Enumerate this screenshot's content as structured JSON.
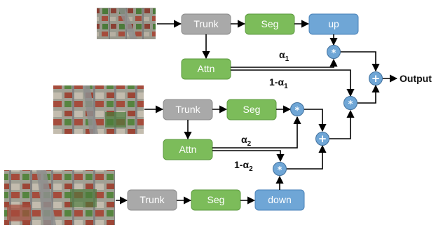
{
  "blocks": {
    "trunk": "Trunk",
    "seg": "Seg",
    "attn": "Attn",
    "up": "up",
    "down": "down"
  },
  "weights": {
    "alpha": "α",
    "one_minus_alpha": "1-α",
    "sub1": "1",
    "sub2": "2"
  },
  "operators": {
    "multiply": "*",
    "add": "+"
  },
  "output_label": "Output",
  "colors": {
    "trunk": "#a9a9a9",
    "seg": "#7cbc5a",
    "attn": "#7cbc5a",
    "up": "#6fa6d6",
    "down": "#6fa6d6",
    "node": "#6fa6d6",
    "photo_roof": "#a54c3c",
    "photo_tree": "#4b7a3a",
    "photo_road": "#8e8e8e"
  },
  "images": [
    "aerial-photo-small-scale",
    "aerial-photo-medium-scale",
    "aerial-photo-large-scale"
  ]
}
